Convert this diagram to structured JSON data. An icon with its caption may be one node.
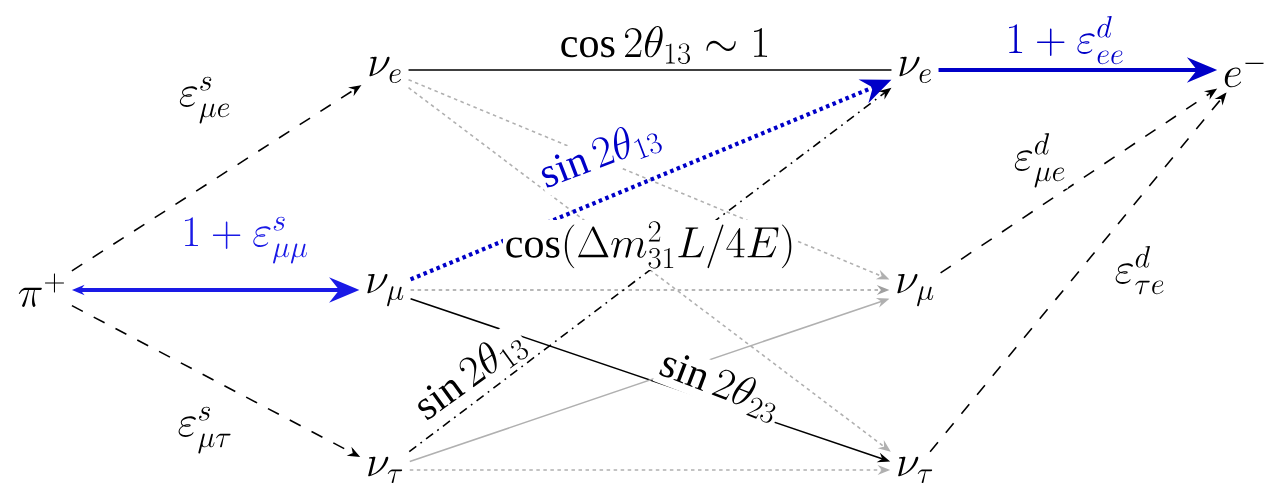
{
  "diagram": {
    "nodes": [
      {
        "text": [
          "\\pi^+"
        ]
      },
      {
        "text": [
          "\\nu_e"
        ]
      },
      {
        "text": [
          "\\nu_\\mu"
        ]
      },
      {
        "text": [
          "\\nu_\\tau"
        ]
      },
      {
        "text": [
          "\\nu_e"
        ]
      },
      {
        "text": [
          "\\nu_\\mu"
        ]
      },
      {
        "text": [
          "\\nu_\\tau"
        ]
      },
      {
        "text": [
          "e^-"
        ]
      }
    ],
    "edges": [
      {
        "from": 0,
        "to": 1,
        "arrow": "to",
        "style": "dashed",
        "label": "\\varepsilon^s_{\\mu e}"
      },
      {
        "from": 0,
        "to": 2,
        "arrow": "both",
        "style": "thick",
        "color": "#1a1ae6",
        "label": "1+\\varepsilon^s_{\\mu\\mu}"
      },
      {
        "from": 0,
        "to": 3,
        "arrow": "to",
        "style": "dashed",
        "label": "\\varepsilon^s_{\\mu\\tau}"
      },
      {
        "from": 1,
        "to": 4,
        "arrow": "none",
        "label": "\\cos 2\\theta_{13}\\sim 1"
      },
      {
        "from": 1,
        "to": 5,
        "arrow": "to",
        "style": "dashed",
        "color": "#b0b0b0"
      },
      {
        "from": 1,
        "to": 6,
        "arrow": "to",
        "style": "dashed",
        "color": "#b0b0b0"
      },
      {
        "from": 2,
        "to": 4,
        "arrow": "to",
        "style": "dashed",
        "color": "#0000c8",
        "label": "\\sin 2\\theta_{13}"
      },
      {
        "from": 2,
        "to": 5,
        "arrow": "to",
        "style": "dashed",
        "color": "#a0a0a0",
        "label": "\\cos(\\Delta m^2_{31}L/4E)"
      },
      {
        "from": 2,
        "to": 6,
        "arrow": "to",
        "label": "\\sin 2\\theta_{23}"
      },
      {
        "from": 3,
        "to": 4,
        "arrow": "to",
        "style": "dashed",
        "label": "\\sin 2\\theta_{13}"
      },
      {
        "from": 3,
        "to": 5,
        "arrow": "to",
        "color": "#b0b0b0"
      },
      {
        "from": 3,
        "to": 6,
        "arrow": "to",
        "style": "dashed",
        "color": "#b0b0b0"
      },
      {
        "from": 4,
        "to": 7,
        "arrow": "to",
        "style": "thick",
        "color": "#0000c8",
        "label": "1+\\varepsilon^d_{ee}"
      },
      {
        "from": 5,
        "to": 7,
        "arrow": "to",
        "style": "dashed",
        "label": "\\varepsilon^d_{\\mu e}"
      },
      {
        "from": 6,
        "to": 7,
        "arrow": "to",
        "style": "dashed",
        "label": "\\varepsilon^d_{\\tau e}"
      }
    ]
  }
}
